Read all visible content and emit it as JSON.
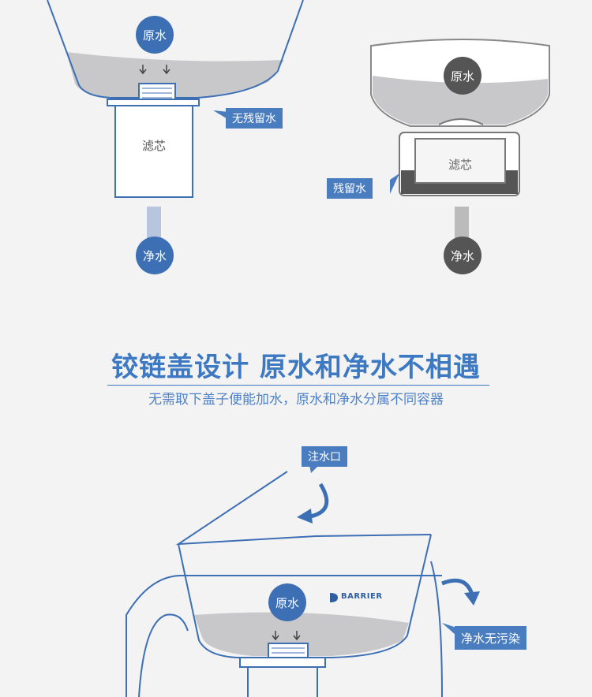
{
  "top_left": {
    "raw_water": "原水",
    "filter": "滤芯",
    "no_residue": "无残留水",
    "pure_water": "净水"
  },
  "top_right": {
    "raw_water": "原水",
    "filter": "滤芯",
    "residue": "残留水",
    "pure_water": "净水"
  },
  "headline": {
    "title": "铰链盖设计 原水和净水不相遇",
    "subtitle": "无需取下盖子便能加水，原水和净水分属不同容器"
  },
  "bottom": {
    "inlet": "注水口",
    "raw_water": "原水",
    "brand": "BARRIER",
    "no_pollution": "净水无污染"
  },
  "colors": {
    "blue": "#3d6fb5",
    "grey": "#555555",
    "water": "#c8c8ca",
    "background": "#f3f3f3"
  }
}
